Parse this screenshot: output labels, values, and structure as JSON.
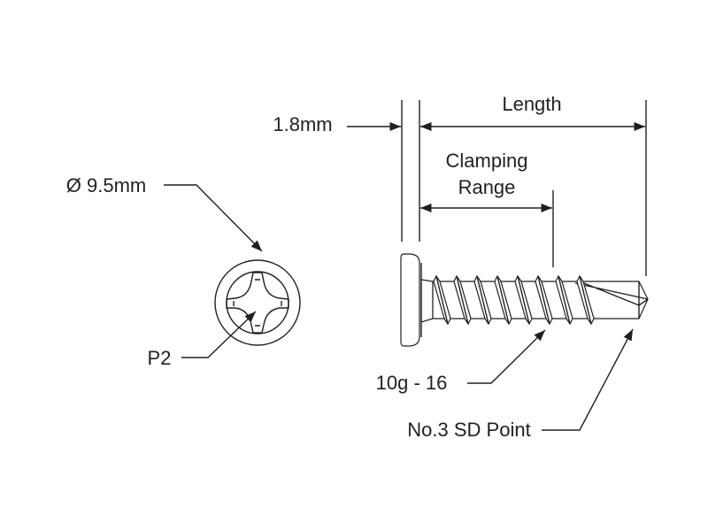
{
  "labels": {
    "length": "Length",
    "head_thickness": "1.8mm",
    "clamping_1": "Clamping",
    "clamping_2": "Range",
    "head_diameter": "Ø 9.5mm",
    "drive": "P2",
    "size": "10g - 16",
    "point": "No.3 SD Point"
  },
  "colors": {
    "line": "#231f20",
    "background": "#ffffff"
  }
}
